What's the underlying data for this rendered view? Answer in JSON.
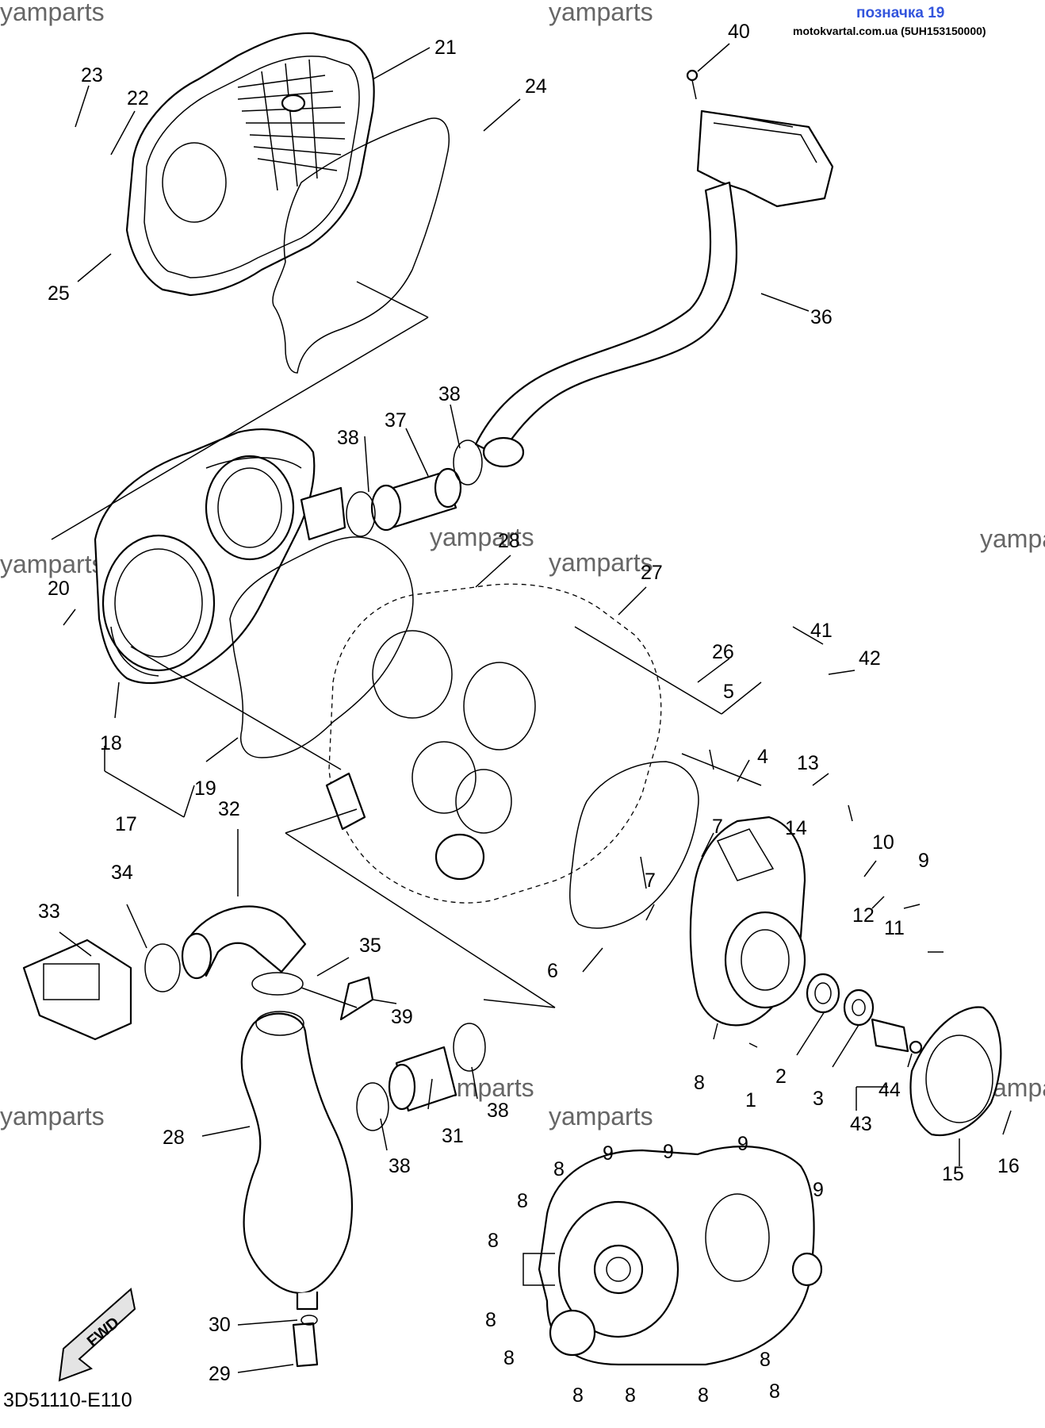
{
  "header": {
    "title": "позначка 19",
    "subtitle": "motokvartal.com.ua (5UH153150000)"
  },
  "watermark": "yamparts",
  "diagram_code": "3D51110-E110",
  "fwd_label": "FWD",
  "callouts": {
    "n1": "1",
    "n2": "2",
    "n3": "3",
    "n4": "4",
    "n5": "5",
    "n6": "6",
    "n7": "7",
    "n8": "8",
    "n9": "9",
    "n10": "10",
    "n11": "11",
    "n12": "12",
    "n13": "13",
    "n14": "14",
    "n15": "15",
    "n16": "16",
    "n17": "17",
    "n18": "18",
    "n19": "19",
    "n20": "20",
    "n21": "21",
    "n22": "22",
    "n23": "23",
    "n24": "24",
    "n25": "25",
    "n26": "26",
    "n27": "27",
    "n28": "28",
    "n29": "29",
    "n30": "30",
    "n31": "31",
    "n32": "32",
    "n33": "33",
    "n34": "34",
    "n35": "35",
    "n36": "36",
    "n37": "37",
    "n38": "38",
    "n39": "39",
    "n40": "40",
    "n41": "41",
    "n42": "42",
    "n43": "43",
    "n44": "44"
  }
}
